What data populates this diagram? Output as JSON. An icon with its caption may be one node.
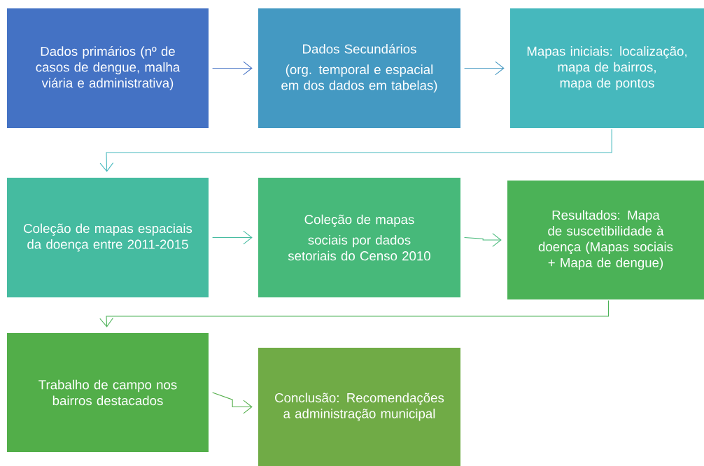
{
  "diagram": {
    "nodes": [
      {
        "text": [
          "Dados primários (nº de casos de dengue, malha viária e administrativa)"
        ]
      },
      {
        "text": [
          "Dados Secundários",
          "(org. temporal e espacial em dos dados em tabelas)"
        ]
      },
      {
        "text": [
          "Mapas iniciais: localização, mapa de bairros, mapa de pontos"
        ]
      },
      {
        "text": [
          "Coleção de mapas espaciais da doença entre 2011-2015"
        ]
      },
      {
        "text": [
          "Coleção de mapas",
          "sociais por dados setoriais do Censo 2010"
        ]
      },
      {
        "text": [
          "Resultados: Mapa de suscetibilidade à doença (Mapas sociais + Mapa de dengue)"
        ]
      },
      {
        "text": [
          "Trabalho de campo nos bairros destacados"
        ]
      },
      {
        "text": [
          "Conclusão: Recomendações a administração municipal"
        ]
      }
    ],
    "edges": [
      {
        "from": 0,
        "to": 1,
        "arrow": "to",
        "color": "#4472c4"
      },
      {
        "from": 1,
        "to": 2,
        "arrow": "to",
        "color": "#4397c1"
      },
      {
        "from": 2,
        "to": 3,
        "arrow": "to",
        "color": "#46b8bd"
      },
      {
        "from": 3,
        "to": 4,
        "arrow": "to",
        "color": "#45bba0"
      },
      {
        "from": 4,
        "to": 5,
        "arrow": "to",
        "color": "#47b97a"
      },
      {
        "from": 5,
        "to": 6,
        "arrow": "to",
        "color": "#4bb257"
      },
      {
        "from": 6,
        "to": 7,
        "arrow": "to",
        "color": "#52ae49"
      }
    ]
  }
}
